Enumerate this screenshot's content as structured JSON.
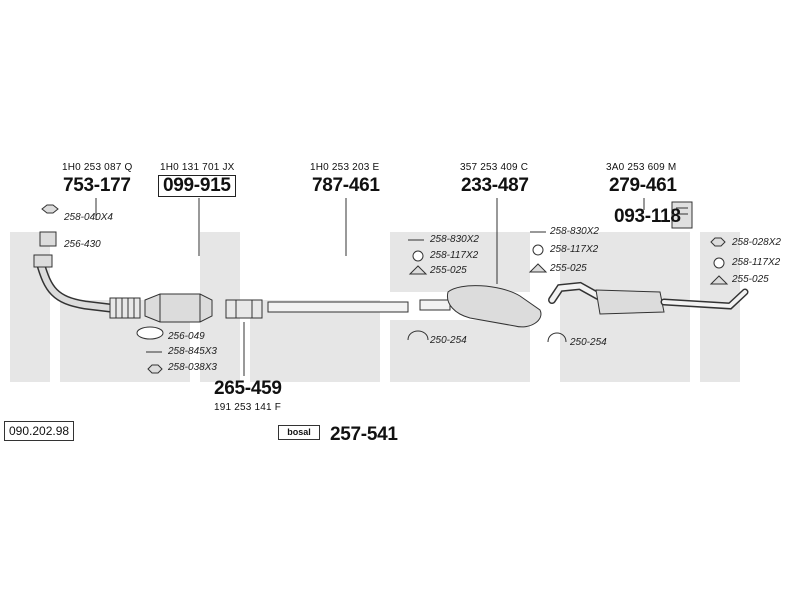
{
  "diagram_number": "090.202.98",
  "brand": "bosal",
  "colors": {
    "line": "#333333",
    "watermark": "#e6e6e6",
    "part_fill": "#dcdcdc"
  },
  "parts": [
    {
      "oe": "1H0 253 087 Q",
      "number": "753-177",
      "boxed": false
    },
    {
      "oe": "1H0 131 701 JX",
      "number": "099-915",
      "boxed": true
    },
    {
      "oe": "1H0 253 203 E",
      "number": "787-461",
      "boxed": false
    },
    {
      "oe": "357 253 409 C",
      "number": "233-487",
      "boxed": false
    },
    {
      "oe": "3A0 253 609 M",
      "number": "279-461",
      "boxed": false
    },
    {
      "oe": "",
      "number": "093-118",
      "boxed": false
    },
    {
      "oe": "191 253 141 F",
      "number": "265-459",
      "boxed": false
    },
    {
      "oe": "",
      "number": "257-541",
      "boxed": false
    }
  ],
  "accessories": [
    {
      "code": "258-040X4",
      "icon": "nut-icon"
    },
    {
      "code": "256-430",
      "icon": "gasket-icon"
    },
    {
      "code": "256-049",
      "icon": "ring-gasket-icon"
    },
    {
      "code": "258-845X3",
      "icon": "bolt-icon"
    },
    {
      "code": "258-038X3",
      "icon": "nut-icon"
    },
    {
      "code": "258-830X2",
      "icon": "bolt-icon"
    },
    {
      "code": "258-117X2",
      "icon": "ring-icon"
    },
    {
      "code": "255-025",
      "icon": "rubber-mount-icon"
    },
    {
      "code": "250-254",
      "icon": "clamp-icon"
    },
    {
      "code": "258-830X2",
      "icon": "bolt-icon"
    },
    {
      "code": "258-117X2",
      "icon": "ring-icon"
    },
    {
      "code": "255-025",
      "icon": "rubber-mount-icon"
    },
    {
      "code": "250-254",
      "icon": "clamp-icon"
    },
    {
      "code": "258-028X2",
      "icon": "nut-icon"
    },
    {
      "code": "258-117X2",
      "icon": "ring-icon"
    },
    {
      "code": "255-025",
      "icon": "rubber-mount-icon"
    }
  ]
}
